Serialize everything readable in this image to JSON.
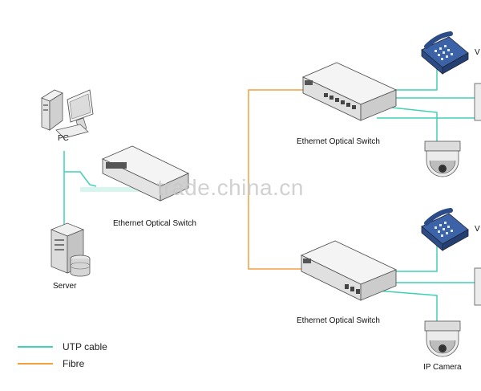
{
  "labels": {
    "pc": "PC",
    "server": "Server",
    "switch_left": "Ethernet Optical Switch",
    "switch_top": "Ethernet Optical Switch",
    "switch_bottom": "Ethernet Optical Switch",
    "camera_bottom": "IP Camera",
    "voip_top": "V",
    "voip_bottom": "V"
  },
  "legend": {
    "utp": {
      "label": "UTP cable",
      "color": "#3ed1b4"
    },
    "fibre": {
      "label": "Fibre",
      "color": "#f0a040"
    }
  },
  "watermark": "trade.china.cn",
  "colors": {
    "utp": "#3ed1b4",
    "fibre": "#f0a040",
    "device": "#e7e7e7",
    "outline": "#555555"
  }
}
